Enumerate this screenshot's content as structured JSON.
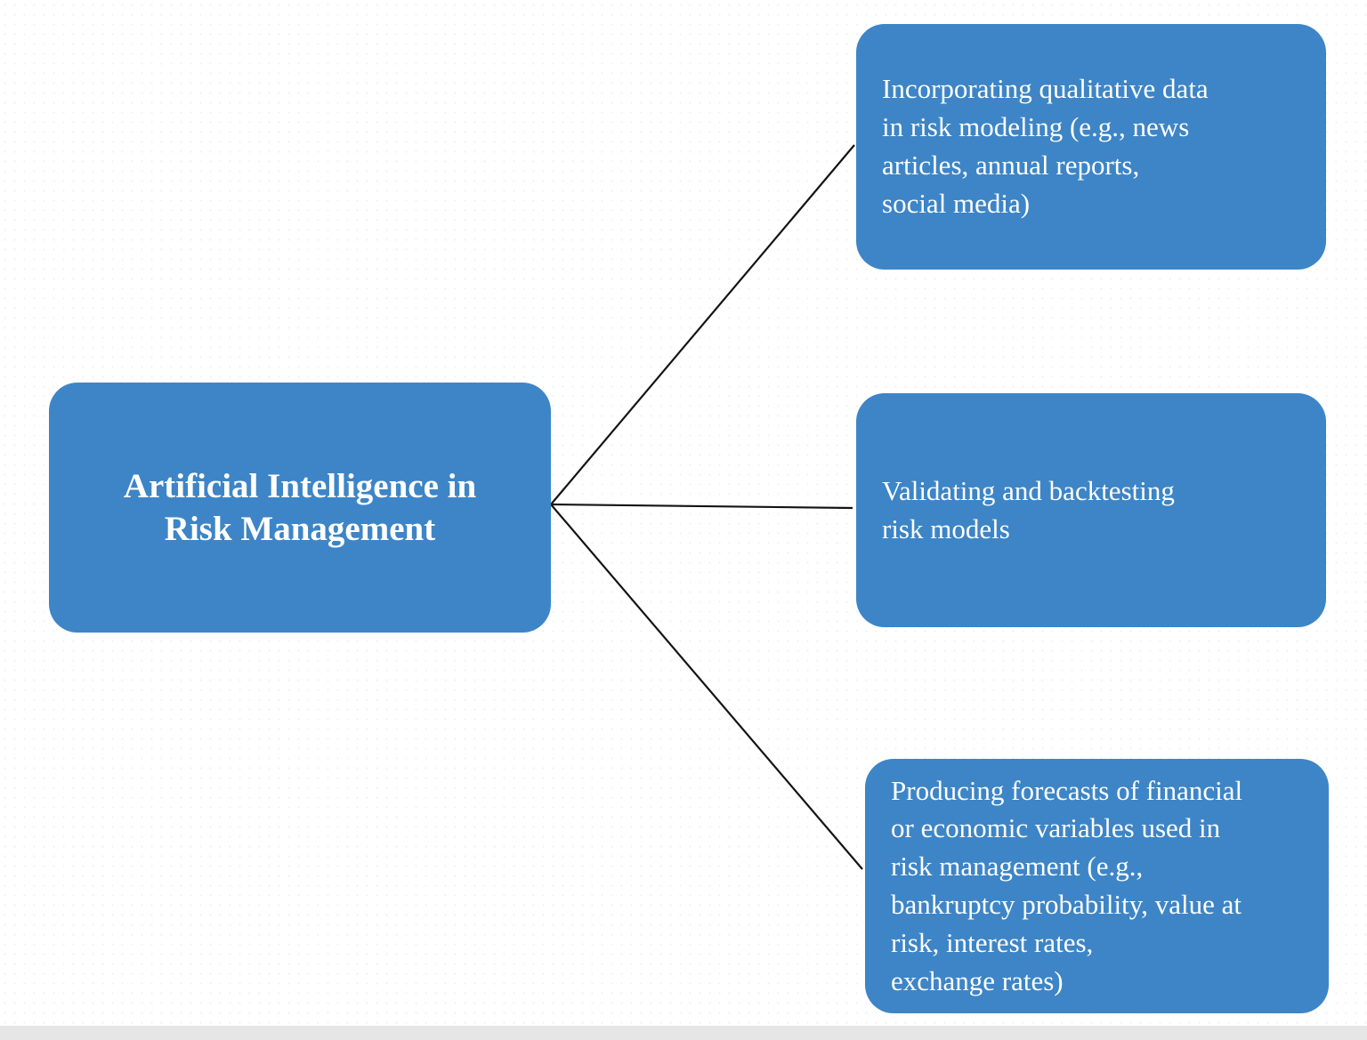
{
  "diagram": {
    "type": "mind-map",
    "colors": {
      "node_fill": "#3d85c6",
      "node_text": "#ffffff",
      "connector": "#141414",
      "footer_bar": "#e6e6e6",
      "background": "#ffffff"
    },
    "root": {
      "label": "Artificial Intelligence in Risk Management",
      "lines": [
        "Artificial Intelligence in",
        "Risk Management"
      ]
    },
    "branches": [
      {
        "label": "Incorporating qualitative data in risk modeling (e.g., news articles, annual reports, social media)",
        "lines": [
          "Incorporating qualitative data",
          "in risk modeling (e.g., news",
          "articles, annual reports,",
          "social media)"
        ]
      },
      {
        "label": "Validating and backtesting risk models",
        "lines": [
          "Validating and backtesting",
          "risk models"
        ]
      },
      {
        "label": "Producing forecasts of financial or economic variables used in risk management (e.g., bankruptcy probability, value at risk, interest rates, exchange rates)",
        "lines": [
          "Producing forecasts of financial",
          "or economic variables used in",
          "risk management (e.g.,",
          "bankruptcy probability, value at",
          "risk, interest rates,",
          "exchange rates)"
        ]
      }
    ]
  }
}
